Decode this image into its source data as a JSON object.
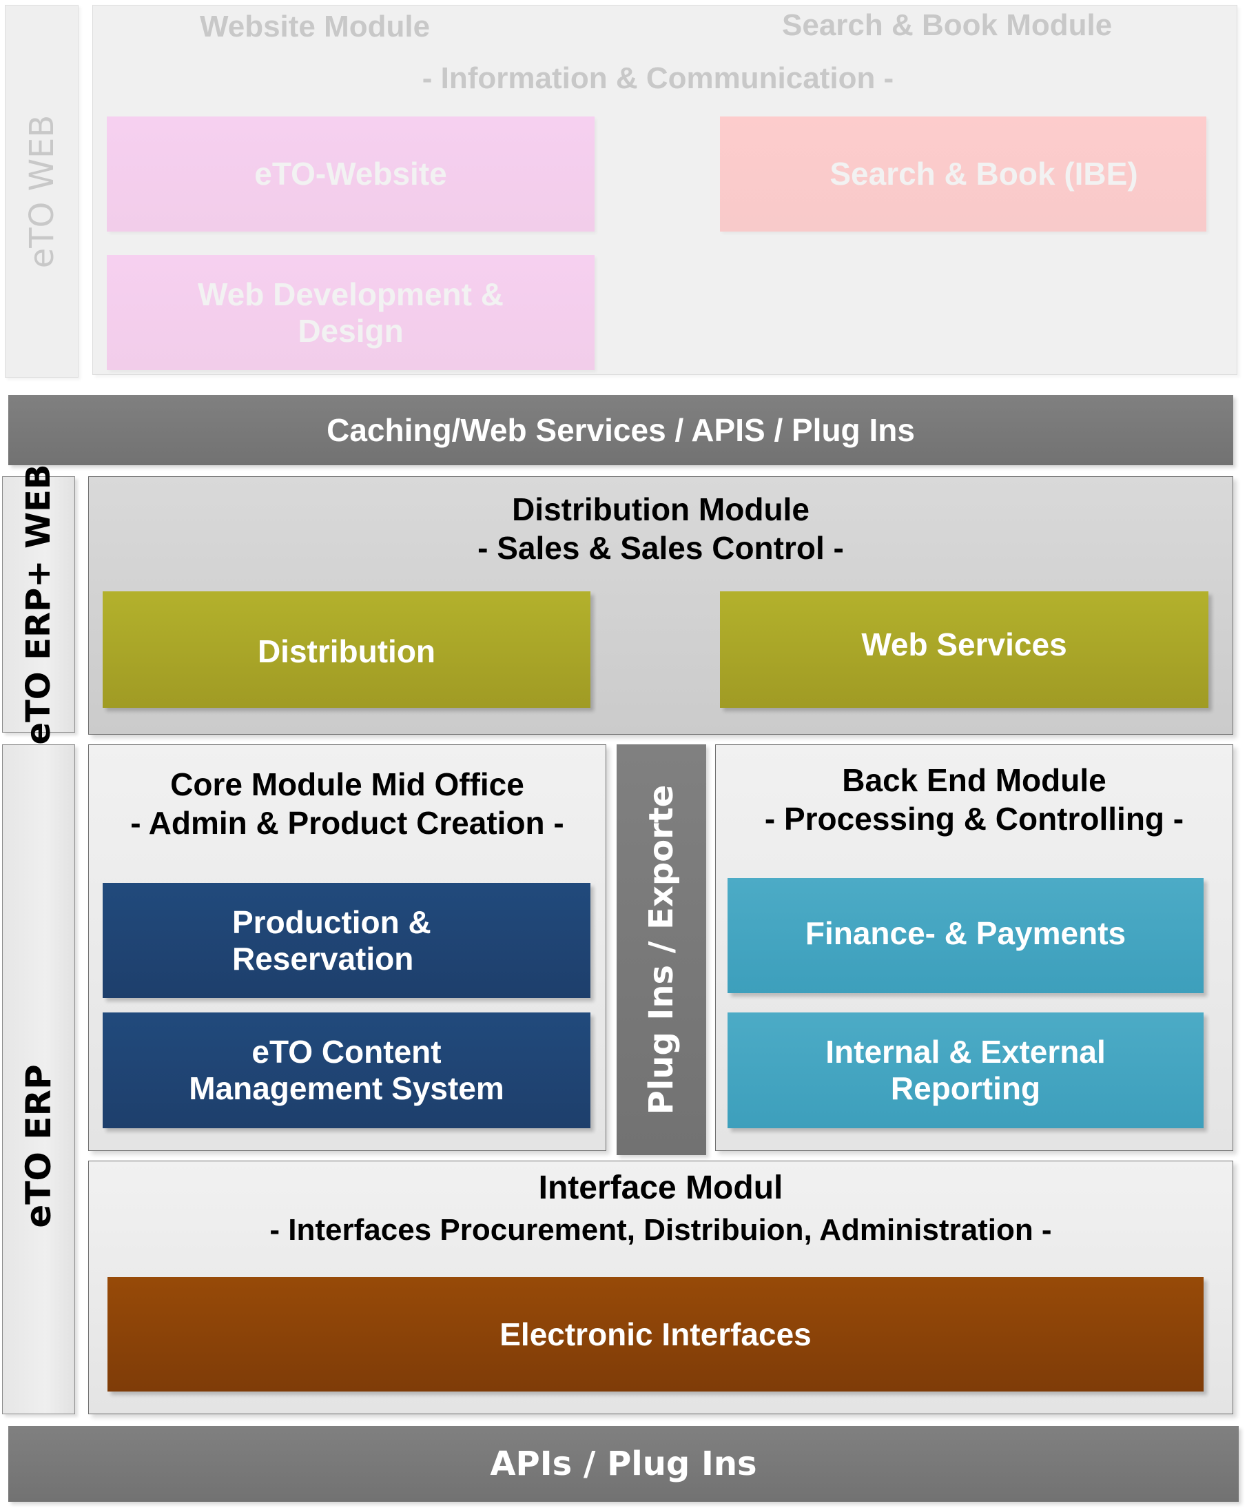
{
  "web_layer": {
    "side_label": "eTO WEB",
    "website_module_title": "Website Module",
    "search_book_module_title": "Search & Book Module",
    "subtitle": "- Information & Communication -",
    "boxes": {
      "eto_website": "eTO-Website",
      "search_book": "Search & Book (IBE)",
      "web_dev_line1": "Web Development &",
      "web_dev_line2": "Design"
    }
  },
  "caching_bar": {
    "label": "Caching/Web Services / APIS / Plug Ins"
  },
  "erp_web_layer": {
    "side_label": "eTO ERP+ WEB",
    "title_line1": "Distribution Module",
    "title_line2": "- Sales & Sales Control -",
    "boxes": {
      "distribution": "Distribution",
      "web_services": "Web Services"
    }
  },
  "erp_layer": {
    "side_label": "eTO ERP",
    "core_module": {
      "title_line1": "Core Module Mid Office",
      "title_line2": "- Admin & Product Creation -",
      "boxes": {
        "production_line1": "Production &",
        "production_line2": "Reservation",
        "cms_line1": "eTO Content",
        "cms_line2": "Management System"
      }
    },
    "plugins_exports": {
      "label": "Plug Ins / Exporte"
    },
    "back_end_module": {
      "title_line1": "Back End Module",
      "title_line2": "- Processing & Controlling -",
      "boxes": {
        "finance": "Finance- & Payments",
        "reporting_line1": "Internal & External",
        "reporting_line2": "Reporting"
      }
    },
    "interface_module": {
      "title_line1": "Interface Modul",
      "title_line2": "- Interfaces Procurement, Distribuion, Administration -",
      "boxes": {
        "electronic": "Electronic Interfaces"
      }
    }
  },
  "apis_bar": {
    "label": "APIs / Plug Ins"
  },
  "colors": {
    "pink": "#f4cfee",
    "salmon": "#fccbcb",
    "olive": "#aaa62a",
    "navy": "#1f4575",
    "teal": "#45a6c1",
    "brown": "#8c4308",
    "bar_gray": "#7a7a7a"
  }
}
